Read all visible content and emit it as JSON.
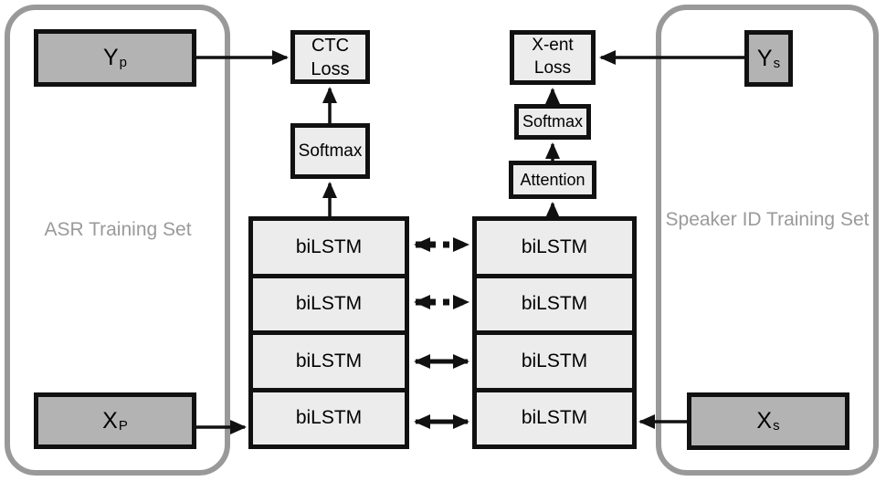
{
  "diagram": {
    "left_group": {
      "label": "ASR Training Set",
      "y_box": {
        "main": "Y",
        "sub": "p"
      },
      "x_box": {
        "main": "X",
        "sub": "P"
      }
    },
    "right_group": {
      "label": "Speaker ID Training Set",
      "y_box": {
        "main": "Y",
        "sub": "s"
      },
      "x_box": {
        "main": "X",
        "sub": "s"
      }
    },
    "asr_branch": {
      "loss": "CTC\nLoss",
      "softmax": "Softmax"
    },
    "spk_branch": {
      "loss": "X-ent\nLoss",
      "softmax": "Softmax",
      "attention": "Attention"
    },
    "left_stack": {
      "rows": [
        "biLSTM",
        "biLSTM",
        "biLSTM",
        "biLSTM"
      ]
    },
    "right_stack": {
      "rows": [
        "biLSTM",
        "biLSTM",
        "biLSTM",
        "biLSTM"
      ]
    },
    "colors": {
      "box_light": "#ececec",
      "box_gray": "#b3b3b3",
      "border_black": "#111111",
      "container_gray": "#999999",
      "label_gray": "#9a9a9a"
    }
  }
}
